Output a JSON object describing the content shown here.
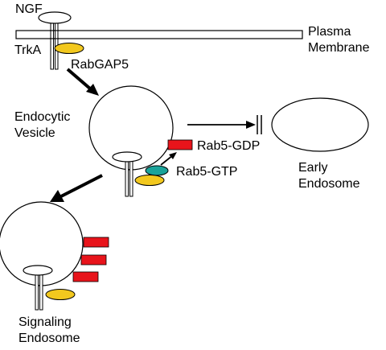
{
  "labels": {
    "ngf": "NGF",
    "plasma_membrane_line1": "Plasma",
    "plasma_membrane_line2": "Membrane",
    "trka": "TrkA",
    "rabgap5": "RabGAP5",
    "endocytic_vesicle_line1": "Endocytic",
    "endocytic_vesicle_line2": "Vesicle",
    "rab5_gdp": "Rab5-GDP",
    "rab5_gtp": "Rab5-GTP",
    "early_endosome_line1": "Early",
    "early_endosome_line2": "Endosome",
    "signaling_endosome_line1": "Signaling",
    "signaling_endosome_line2": "Endosome"
  },
  "colors": {
    "rabgap5": "#f2c81e",
    "rab5_gdp": "#e8141b",
    "rab5_gtp": "#1aa39a",
    "outline": "#000000"
  }
}
